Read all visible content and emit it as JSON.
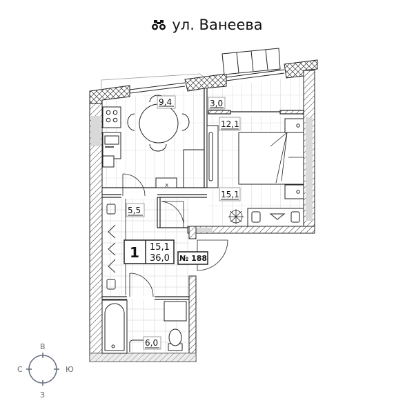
{
  "header": {
    "street": "ул. Ванеева",
    "icon": "binoculars-icon"
  },
  "apartment": {
    "rooms": "1",
    "living_area": "15,1",
    "total_area": "36,0",
    "number": "№ 188"
  },
  "rooms": {
    "kitchen": "9,4",
    "balcony": "3,0",
    "bedroom_top": "12,1",
    "bedroom": "15,1",
    "hall": "5,5",
    "bathroom": "6,0"
  },
  "compass": {
    "north_top": "В",
    "west_left": "С",
    "east_right": "Ю",
    "south_bottom": "З"
  },
  "colors": {
    "wall_line": "#222222",
    "floor_line": "#cfcfcf",
    "gray_fill": "#d9d9d9",
    "compass": "#6b7280"
  }
}
